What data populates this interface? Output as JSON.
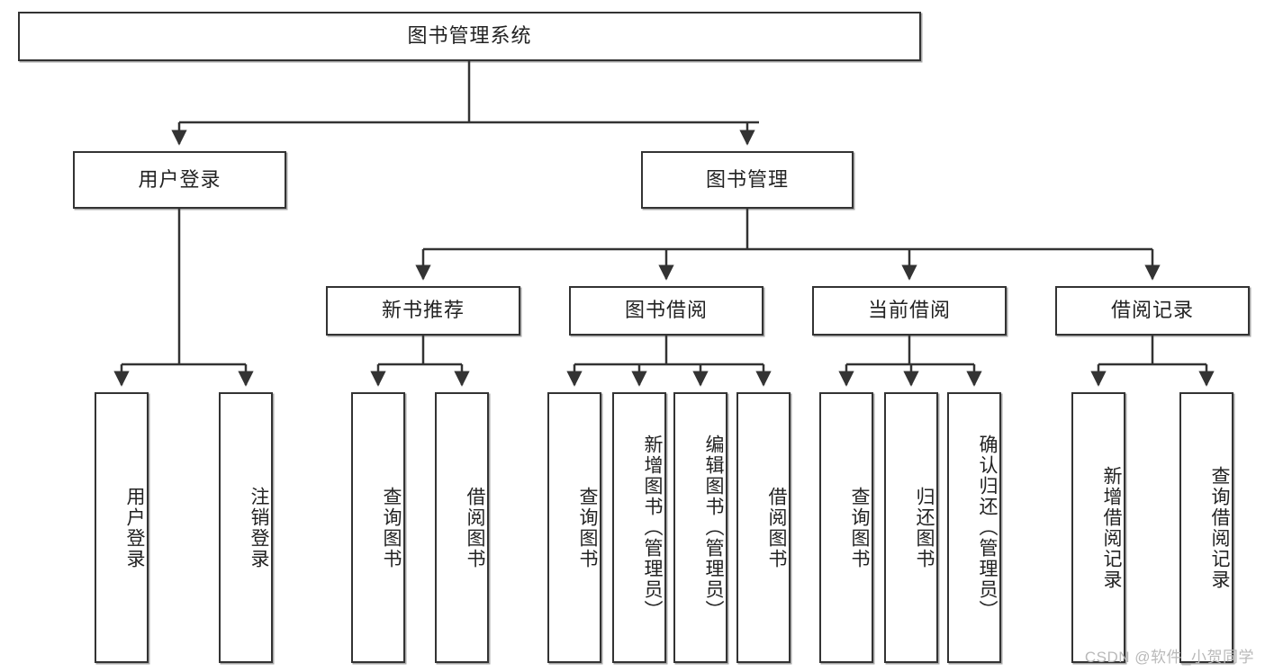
{
  "diagram": {
    "title": "图书管理系统",
    "watermark": "CSDN @软件_小贺同学",
    "colors": {
      "box_border": "#333333",
      "box_fill": "#ffffff",
      "edge": "#333333",
      "text": "#222222",
      "watermark": "#b9b9b9"
    },
    "root": {
      "label": "图书管理系统"
    },
    "level2": [
      {
        "label": "用户登录"
      },
      {
        "label": "图书管理"
      }
    ],
    "level3": [
      {
        "label": "新书推荐"
      },
      {
        "label": "图书借阅"
      },
      {
        "label": "当前借阅"
      },
      {
        "label": "借阅记录"
      }
    ],
    "leaves": [
      {
        "label": "用户登录"
      },
      {
        "label": "注销登录"
      },
      {
        "label": "查询图书"
      },
      {
        "label": "借阅图书"
      },
      {
        "label": "查询图书"
      },
      {
        "label": "新增图书（管理员）"
      },
      {
        "label": "编辑图书（管理员）"
      },
      {
        "label": "借阅图书"
      },
      {
        "label": "查询图书"
      },
      {
        "label": "归还图书"
      },
      {
        "label": "确认归还（管理员）"
      },
      {
        "label": "新增借阅记录"
      },
      {
        "label": "查询借阅记录"
      }
    ]
  }
}
